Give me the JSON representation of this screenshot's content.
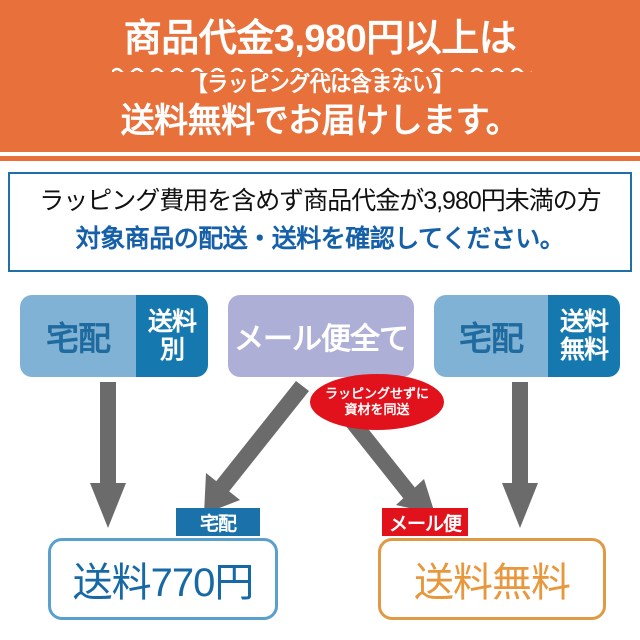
{
  "banner": {
    "line1": "商品代金3,980円以上は",
    "line2": "【ラッピング代は含まない】",
    "line3": "送料無料でお届けします。",
    "bg_color": "#e8703a",
    "text_color": "#ffffff"
  },
  "info_box": {
    "line1": "ラッピング費用を含めず商品代金が3,980円未満の方",
    "line2": "対象商品の配送・送料を確認してください。",
    "border_color": "#1f6fa8",
    "line2_color": "#1560a8"
  },
  "categories": [
    {
      "id": "takuhai-shipping-extra",
      "label": "宅配",
      "badge_line1": "送料",
      "badge_line2": "別",
      "label_bg": "#7fb2d4",
      "badge_bg": "#1579b0"
    },
    {
      "id": "mailbin-all",
      "label": "メール便全て",
      "label_bg": "#aeafd6"
    },
    {
      "id": "takuhai-free-shipping",
      "label": "宅配",
      "badge_line1": "送料",
      "badge_line2": "無料",
      "label_bg": "#7fb2d4",
      "badge_bg": "#1579b0"
    }
  ],
  "note_badge": {
    "line1": "ラッピングせずに",
    "line2": "資材を同送",
    "bg_color": "#e1121b",
    "text_color": "#ffffff"
  },
  "method_tags": [
    {
      "id": "tag-takuhai",
      "label": "宅配",
      "bg_color": "#1b72ab"
    },
    {
      "id": "tag-mailbin",
      "label": "メール便",
      "bg_color": "#e1121b"
    }
  ],
  "results": [
    {
      "id": "shipping-fee-770",
      "label": "送料770円",
      "color": "#1769a6",
      "border_color": "#5aa0cc"
    },
    {
      "id": "shipping-free",
      "label": "送料無料",
      "color": "#e8973c",
      "border_color": "#e09a45"
    }
  ],
  "arrows": {
    "color": "#6b6b6b",
    "items": [
      {
        "id": "arrow-takuhai-extra-to-fee",
        "from": "宅配送料別",
        "to": "送料770円",
        "direction": "down"
      },
      {
        "id": "arrow-mailbin-to-takuhai-tag",
        "from": "メール便全て",
        "to": "宅配",
        "direction": "down-left"
      },
      {
        "id": "arrow-note-to-mailbin-tag",
        "from": "ラッピングせずに資材を同送",
        "to": "メール便",
        "direction": "down-right"
      },
      {
        "id": "arrow-takuhai-free-to-free",
        "from": "宅配送料無料",
        "to": "送料無料",
        "direction": "down"
      }
    ]
  }
}
